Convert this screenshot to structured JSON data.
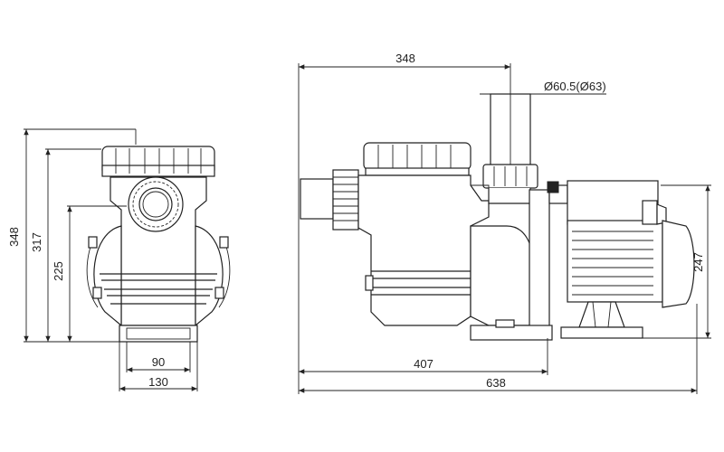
{
  "drawing": {
    "front_view": {
      "dims": {
        "overall_height": "348",
        "mid_height": "317",
        "inlet_height": "225",
        "base_inner_width": "90",
        "base_outer_width": "130"
      }
    },
    "side_view": {
      "dims": {
        "outlet_offset": "348",
        "outlet_diameter": "Ø60.5(Ø63)",
        "motor_height": "247",
        "mount_distance": "407",
        "overall_length": "638"
      }
    }
  }
}
